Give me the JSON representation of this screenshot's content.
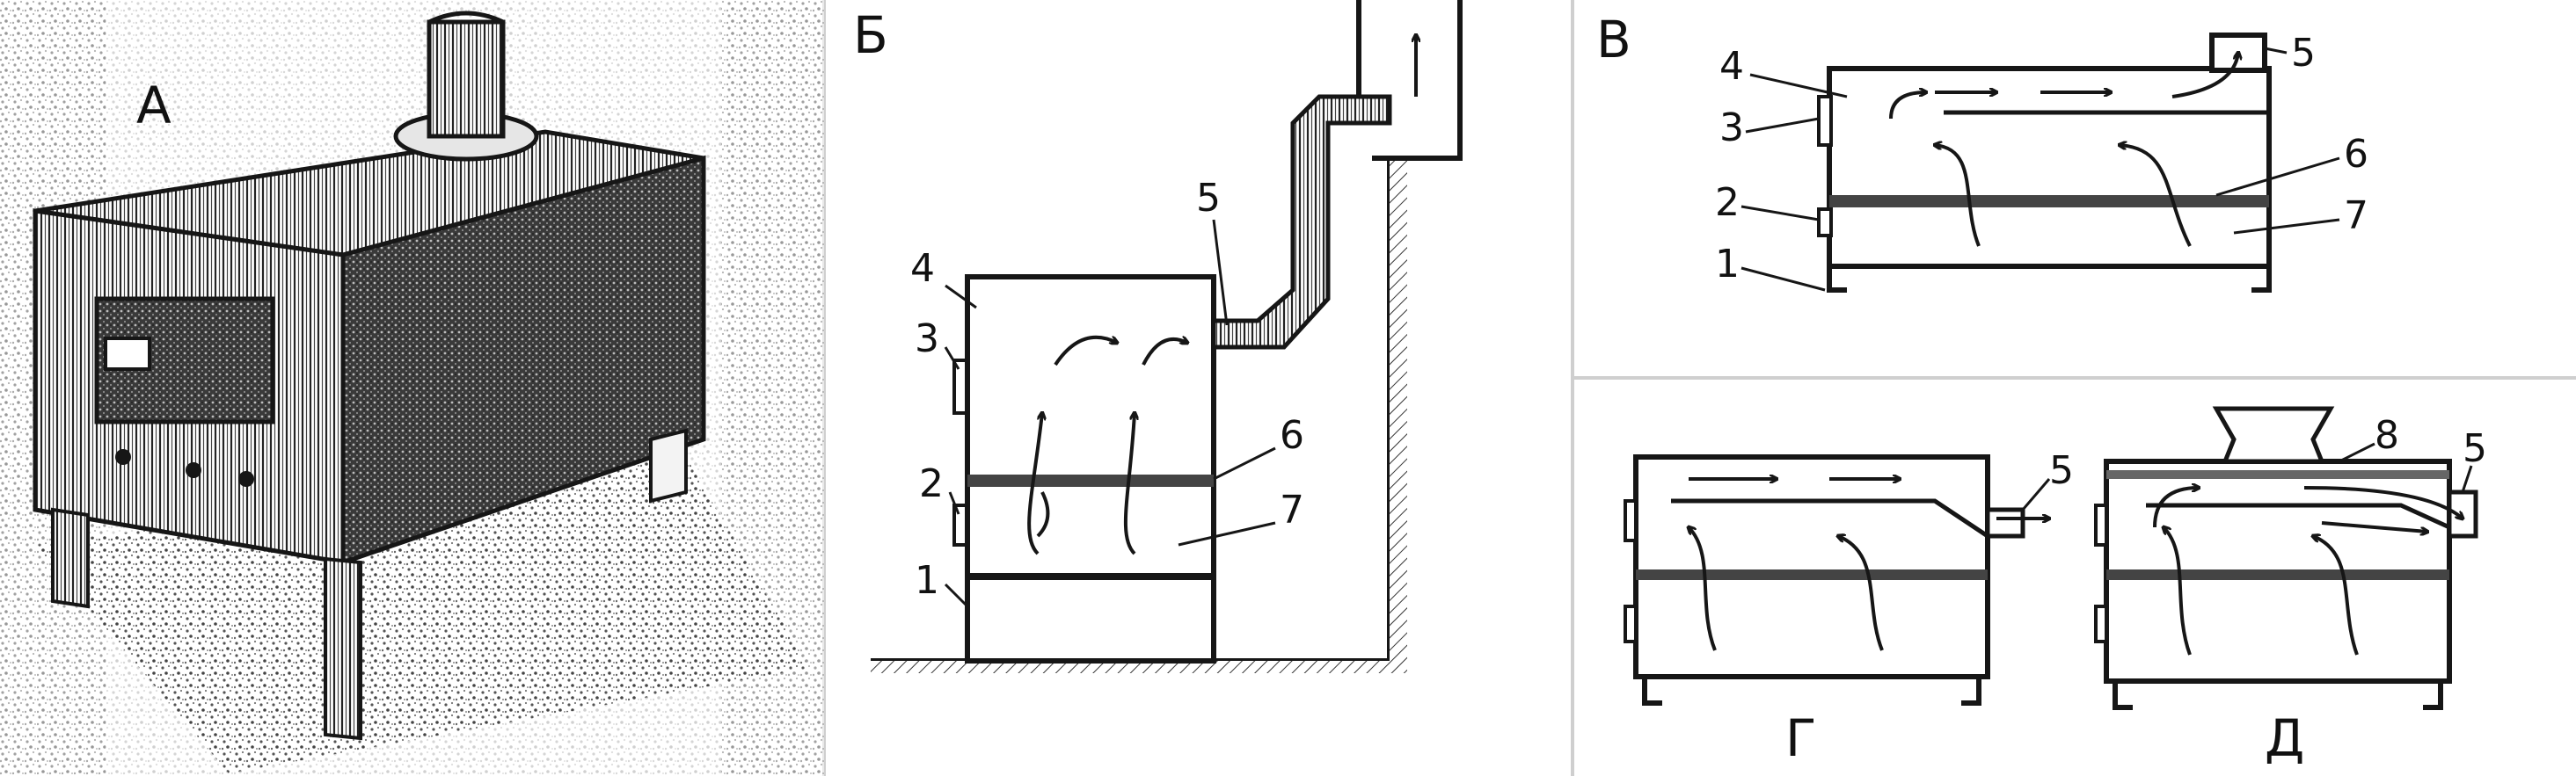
{
  "panels": {
    "a": {
      "label": "А"
    },
    "b": {
      "label": "Б",
      "callouts": [
        "1",
        "2",
        "3",
        "4",
        "5",
        "6",
        "7"
      ]
    },
    "v": {
      "label": "В",
      "callouts": [
        "1",
        "2",
        "3",
        "4",
        "5",
        "6",
        "7"
      ]
    },
    "g": {
      "label": "Г",
      "callouts": [
        "5"
      ]
    },
    "d": {
      "label": "Д",
      "callouts": [
        "5",
        "8"
      ]
    }
  },
  "colors": {
    "ink": "#161616",
    "paper": "#ffffff",
    "grey": "#cfcfcf"
  }
}
